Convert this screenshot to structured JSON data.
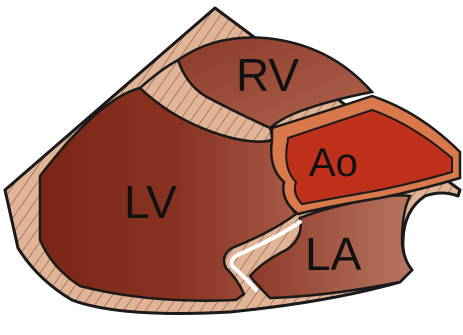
{
  "diagram": {
    "labels": {
      "rv": "RV",
      "ao": "Ao",
      "lv": "LV",
      "la": "LA"
    },
    "colors": {
      "background": "#ffffff",
      "tissue": "#e2b497",
      "tissue_stripes": "#8a6350",
      "outline": "#1a1a1a",
      "chamber_dark": "#7a2617",
      "chamber_light": "#a85a48",
      "aorta": "#c0311c",
      "aorta_wall": "#d9784a"
    }
  }
}
